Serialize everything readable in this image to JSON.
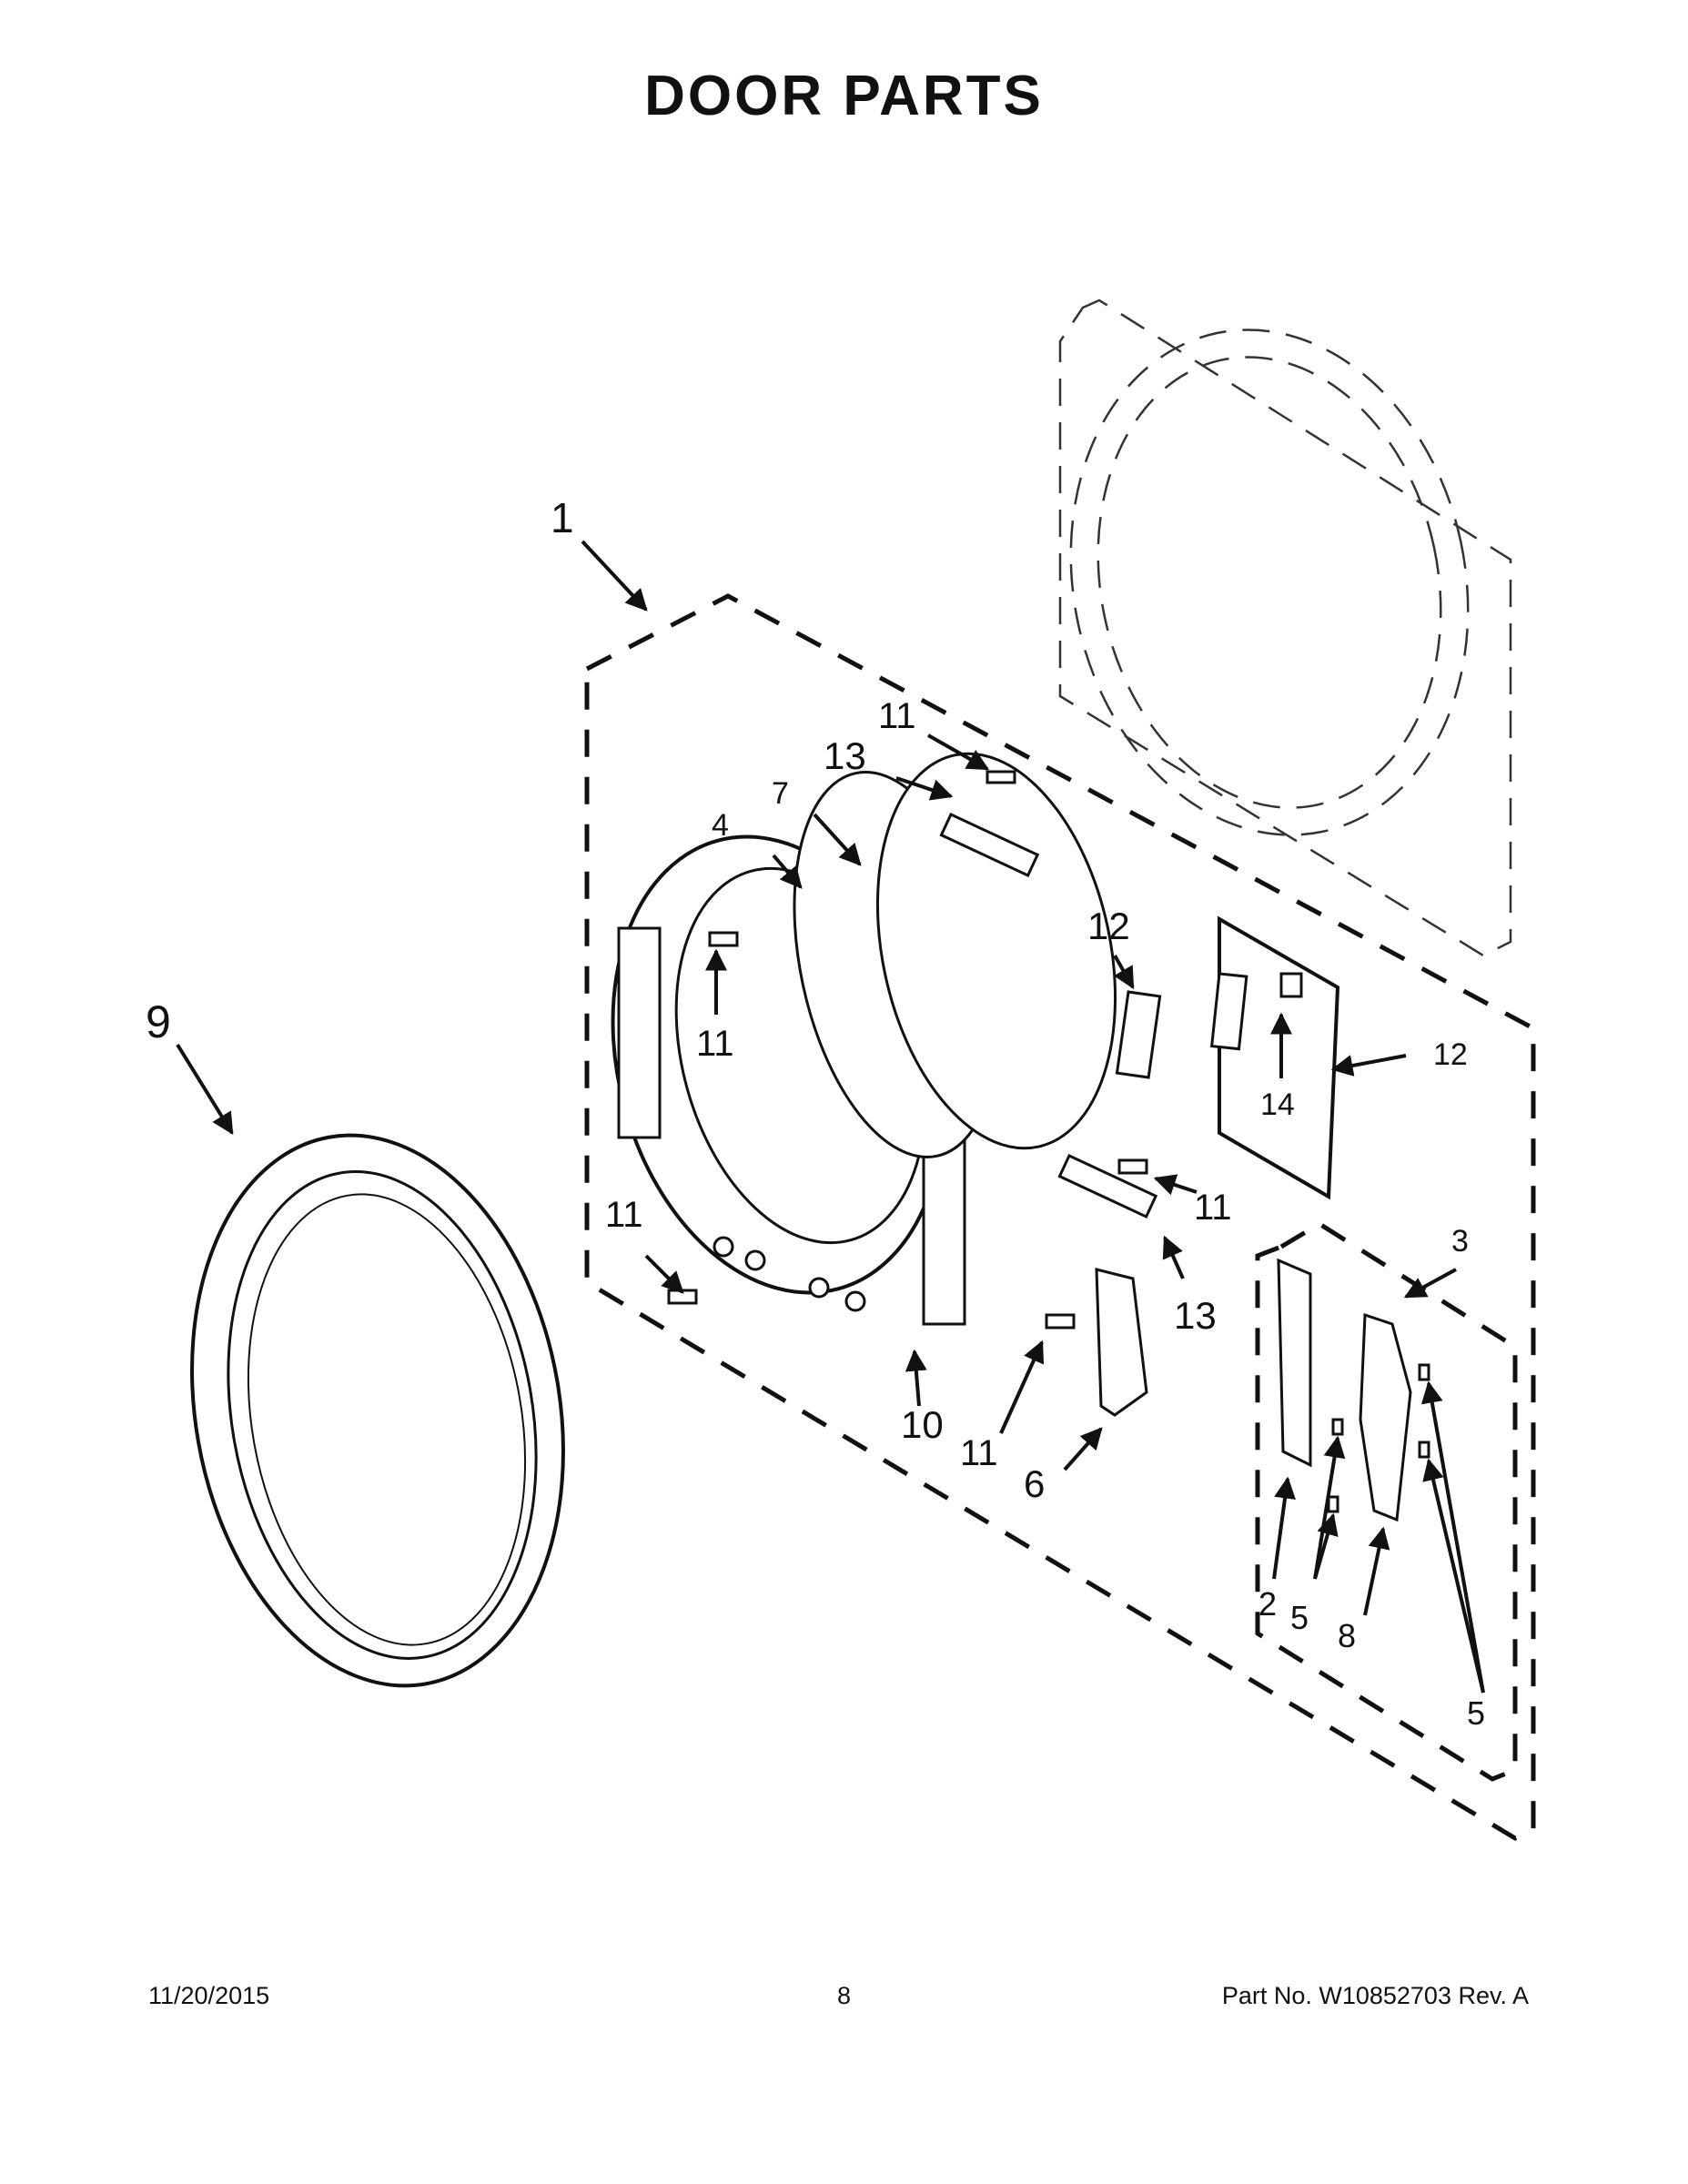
{
  "title": "DOOR PARTS",
  "callouts": {
    "c1": "1",
    "c2": "2",
    "c3": "3",
    "c4": "4",
    "c5a": "5",
    "c5b": "5",
    "c6": "6",
    "c7": "7",
    "c8": "8",
    "c9": "9",
    "c10": "10",
    "c11a": "11",
    "c11b": "11",
    "c11c": "11",
    "c11d": "11",
    "c11e": "11",
    "c12a": "12",
    "c12b": "12",
    "c13a": "13",
    "c13b": "13",
    "c14": "14"
  },
  "footer": {
    "date": "11/20/2015",
    "page": "8",
    "part_no": "Part No.  W10852703   Rev.  A"
  }
}
